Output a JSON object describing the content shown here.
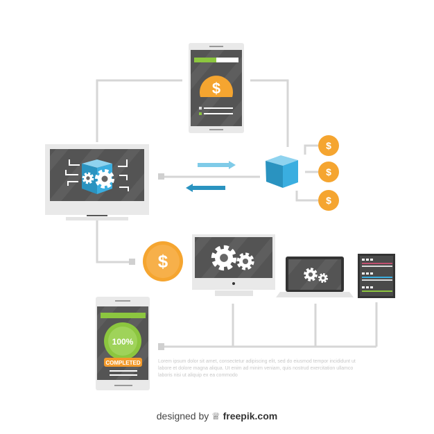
{
  "colors": {
    "line": "#d6d6d6",
    "screen": "#545454",
    "bezel": "#e9e9e9",
    "coin": "#f5a530",
    "cube": "#3aaee0",
    "arrow_light": "#7fcbe8",
    "arrow_dark": "#2a93c0",
    "green": "#8cc63f",
    "badge": "#f39a2b"
  },
  "icons": [
    "dollar-coin-icon",
    "gear-icon",
    "cube-icon",
    "arrow-right-icon",
    "arrow-left-icon",
    "server-icon"
  ],
  "top_phone": {
    "progress": 0.5,
    "coin_symbol": "$"
  },
  "coins": {
    "symbol": "$"
  },
  "bottom_phone": {
    "percent": "100%",
    "badge": "COMPLETED",
    "progress": 1.0
  },
  "caption": "Lorem ipsum dolor sit amet, consectetur adipiscing elit, sed do eiusmod tempor incididunt ut labore et dolore magna aliqua. Ut enim ad minim veniam, quis nostrud exercitation ullamco laboris nisi ut aliquip ex ea commodo",
  "footer": {
    "prefix": "designed by",
    "brand": "freepik.com"
  }
}
